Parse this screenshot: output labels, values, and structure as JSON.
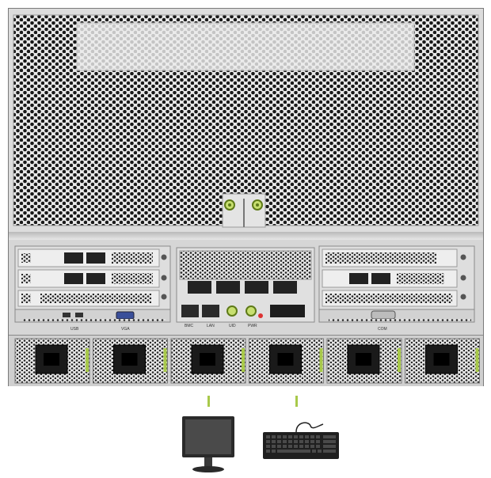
{
  "rear_panel": {
    "port_labels": {
      "usb": "USB",
      "vga": "VGA",
      "bmc": "BMC",
      "lan": "LAN",
      "uid": "UID",
      "pwr": "PWR",
      "serial": "COM"
    },
    "psu_count": 6
  },
  "peripherals": {
    "monitor_icon": "monitor-icon",
    "keyboard_icon": "keyboard-icon",
    "accent_color": "#a8c94a"
  }
}
